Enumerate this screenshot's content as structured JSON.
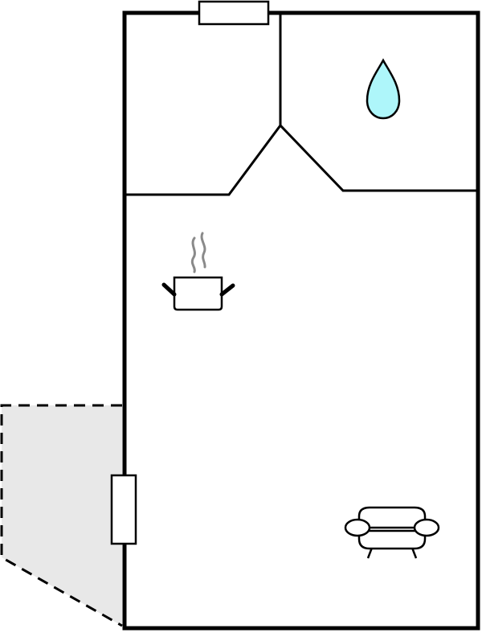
{
  "plan": {
    "rooms": [
      "bathroom",
      "utility-room",
      "kitchen-living-room",
      "terrace"
    ],
    "icons": [
      "water-drop-icon",
      "cooking-pot-icon",
      "sofa-icon"
    ],
    "colors": {
      "wall": "#000000",
      "terrace_fill": "#e8e8e8",
      "water": "#aef6fa",
      "steam": "#8a8a8a",
      "background": "#ffffff"
    }
  }
}
